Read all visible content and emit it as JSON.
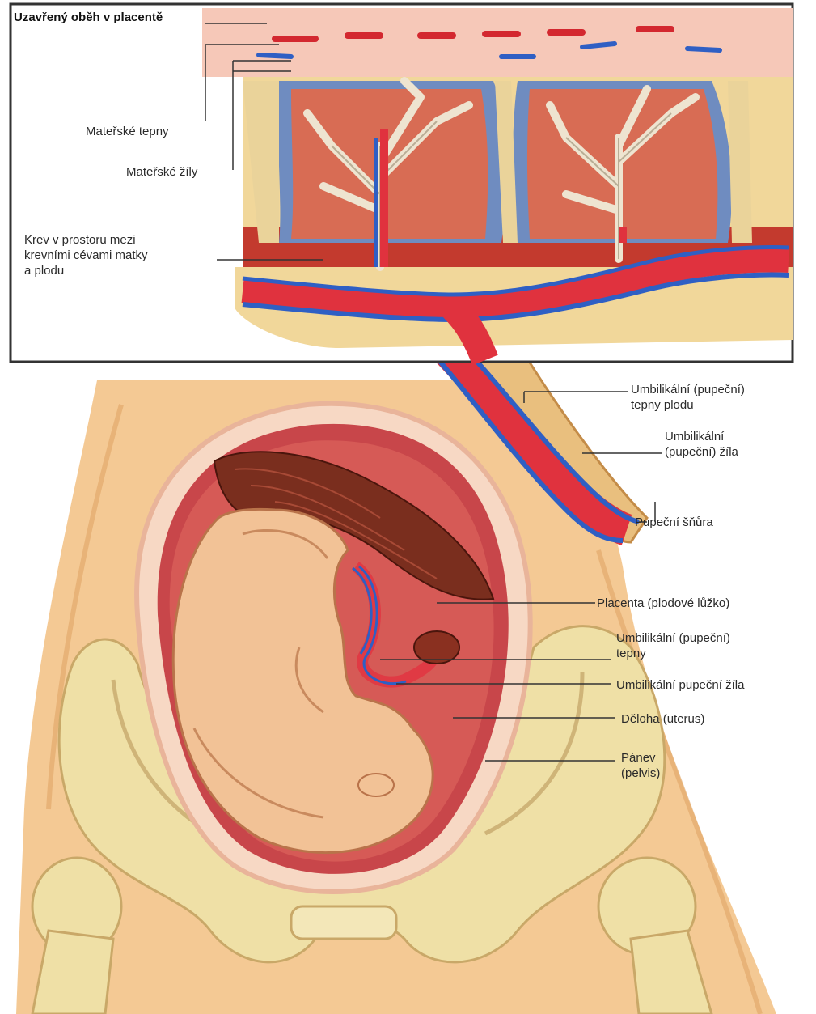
{
  "inset": {
    "title": "Uzavřený oběh v placentě",
    "labels": {
      "maternal_arteries": "Mateřské tepny",
      "maternal_veins": "Mateřské žíly",
      "intervillous_blood": "Krev v prostoru mezi\nkrevními cévami matky\na plodu"
    }
  },
  "labels": {
    "umbilical_arteries_fetus": "Umbilikální (pupeční)\ntepny plodu",
    "umbilical_vein_top": "Umbilikální\n(pupeční) žíla",
    "umbilical_cord": "Pupeční šňůra",
    "placenta": "Placenta (plodové lůžko)",
    "umbilical_arteries": "Umbilikální (pupeční)\ntepny",
    "umbilical_vein": "Umbilikální pupeční žíla",
    "uterus": "Děloha (uterus)",
    "pelvis": "Pánev\n(pelvis)"
  },
  "colors": {
    "artery": "#e0323e",
    "vein": "#2f5fc4",
    "skin": "#f2c48a",
    "bone": "#ecdca0",
    "placenta": "#7a2e1e",
    "tissue": "#e98a72"
  }
}
